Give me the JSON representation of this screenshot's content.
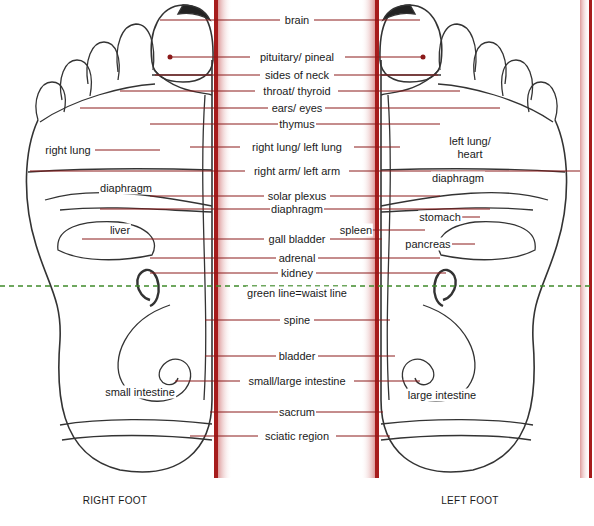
{
  "diagram": {
    "labels": [
      "brain",
      "pituitary/ pineal",
      "sides of neck",
      "throat/ thyroid",
      "ears/ eyes",
      "thymus",
      "right lung",
      "right lung/ left lung",
      "left lung/ heart",
      "right arm/ left arm",
      "diaphragm",
      "diaphragm",
      "solar plexus",
      "diaphragm",
      "stomach",
      "liver",
      "spleen",
      "gall bladder",
      "pancreas",
      "adrenal",
      "kidney",
      "green line=waist line",
      "spine",
      "bladder",
      "small intestine",
      "small/large intestine",
      "large intestine",
      "sacrum",
      "sciatic region",
      "RIGHT FOOT",
      "LEFT FOOT"
    ]
  }
}
